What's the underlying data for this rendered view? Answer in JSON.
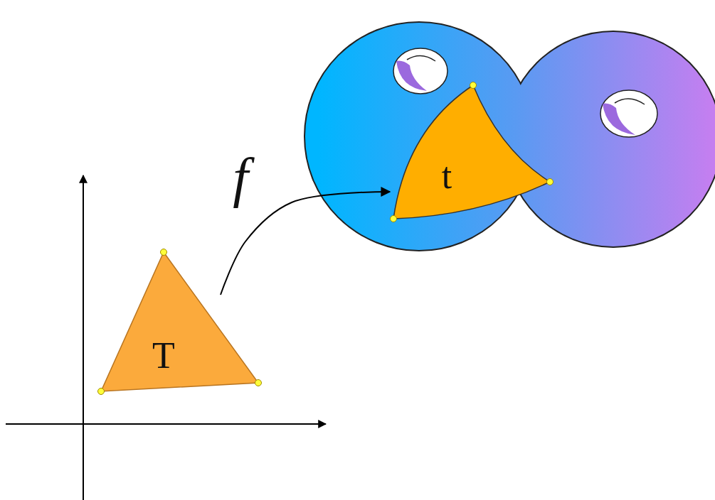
{
  "diagram": {
    "nodes": [
      {
        "text": [
          "T"
        ]
      },
      {
        "text": [
          "t"
        ]
      }
    ],
    "edges": [
      {
        "from": 0,
        "to": 1,
        "arrow": "to",
        "label": "f"
      }
    ]
  }
}
